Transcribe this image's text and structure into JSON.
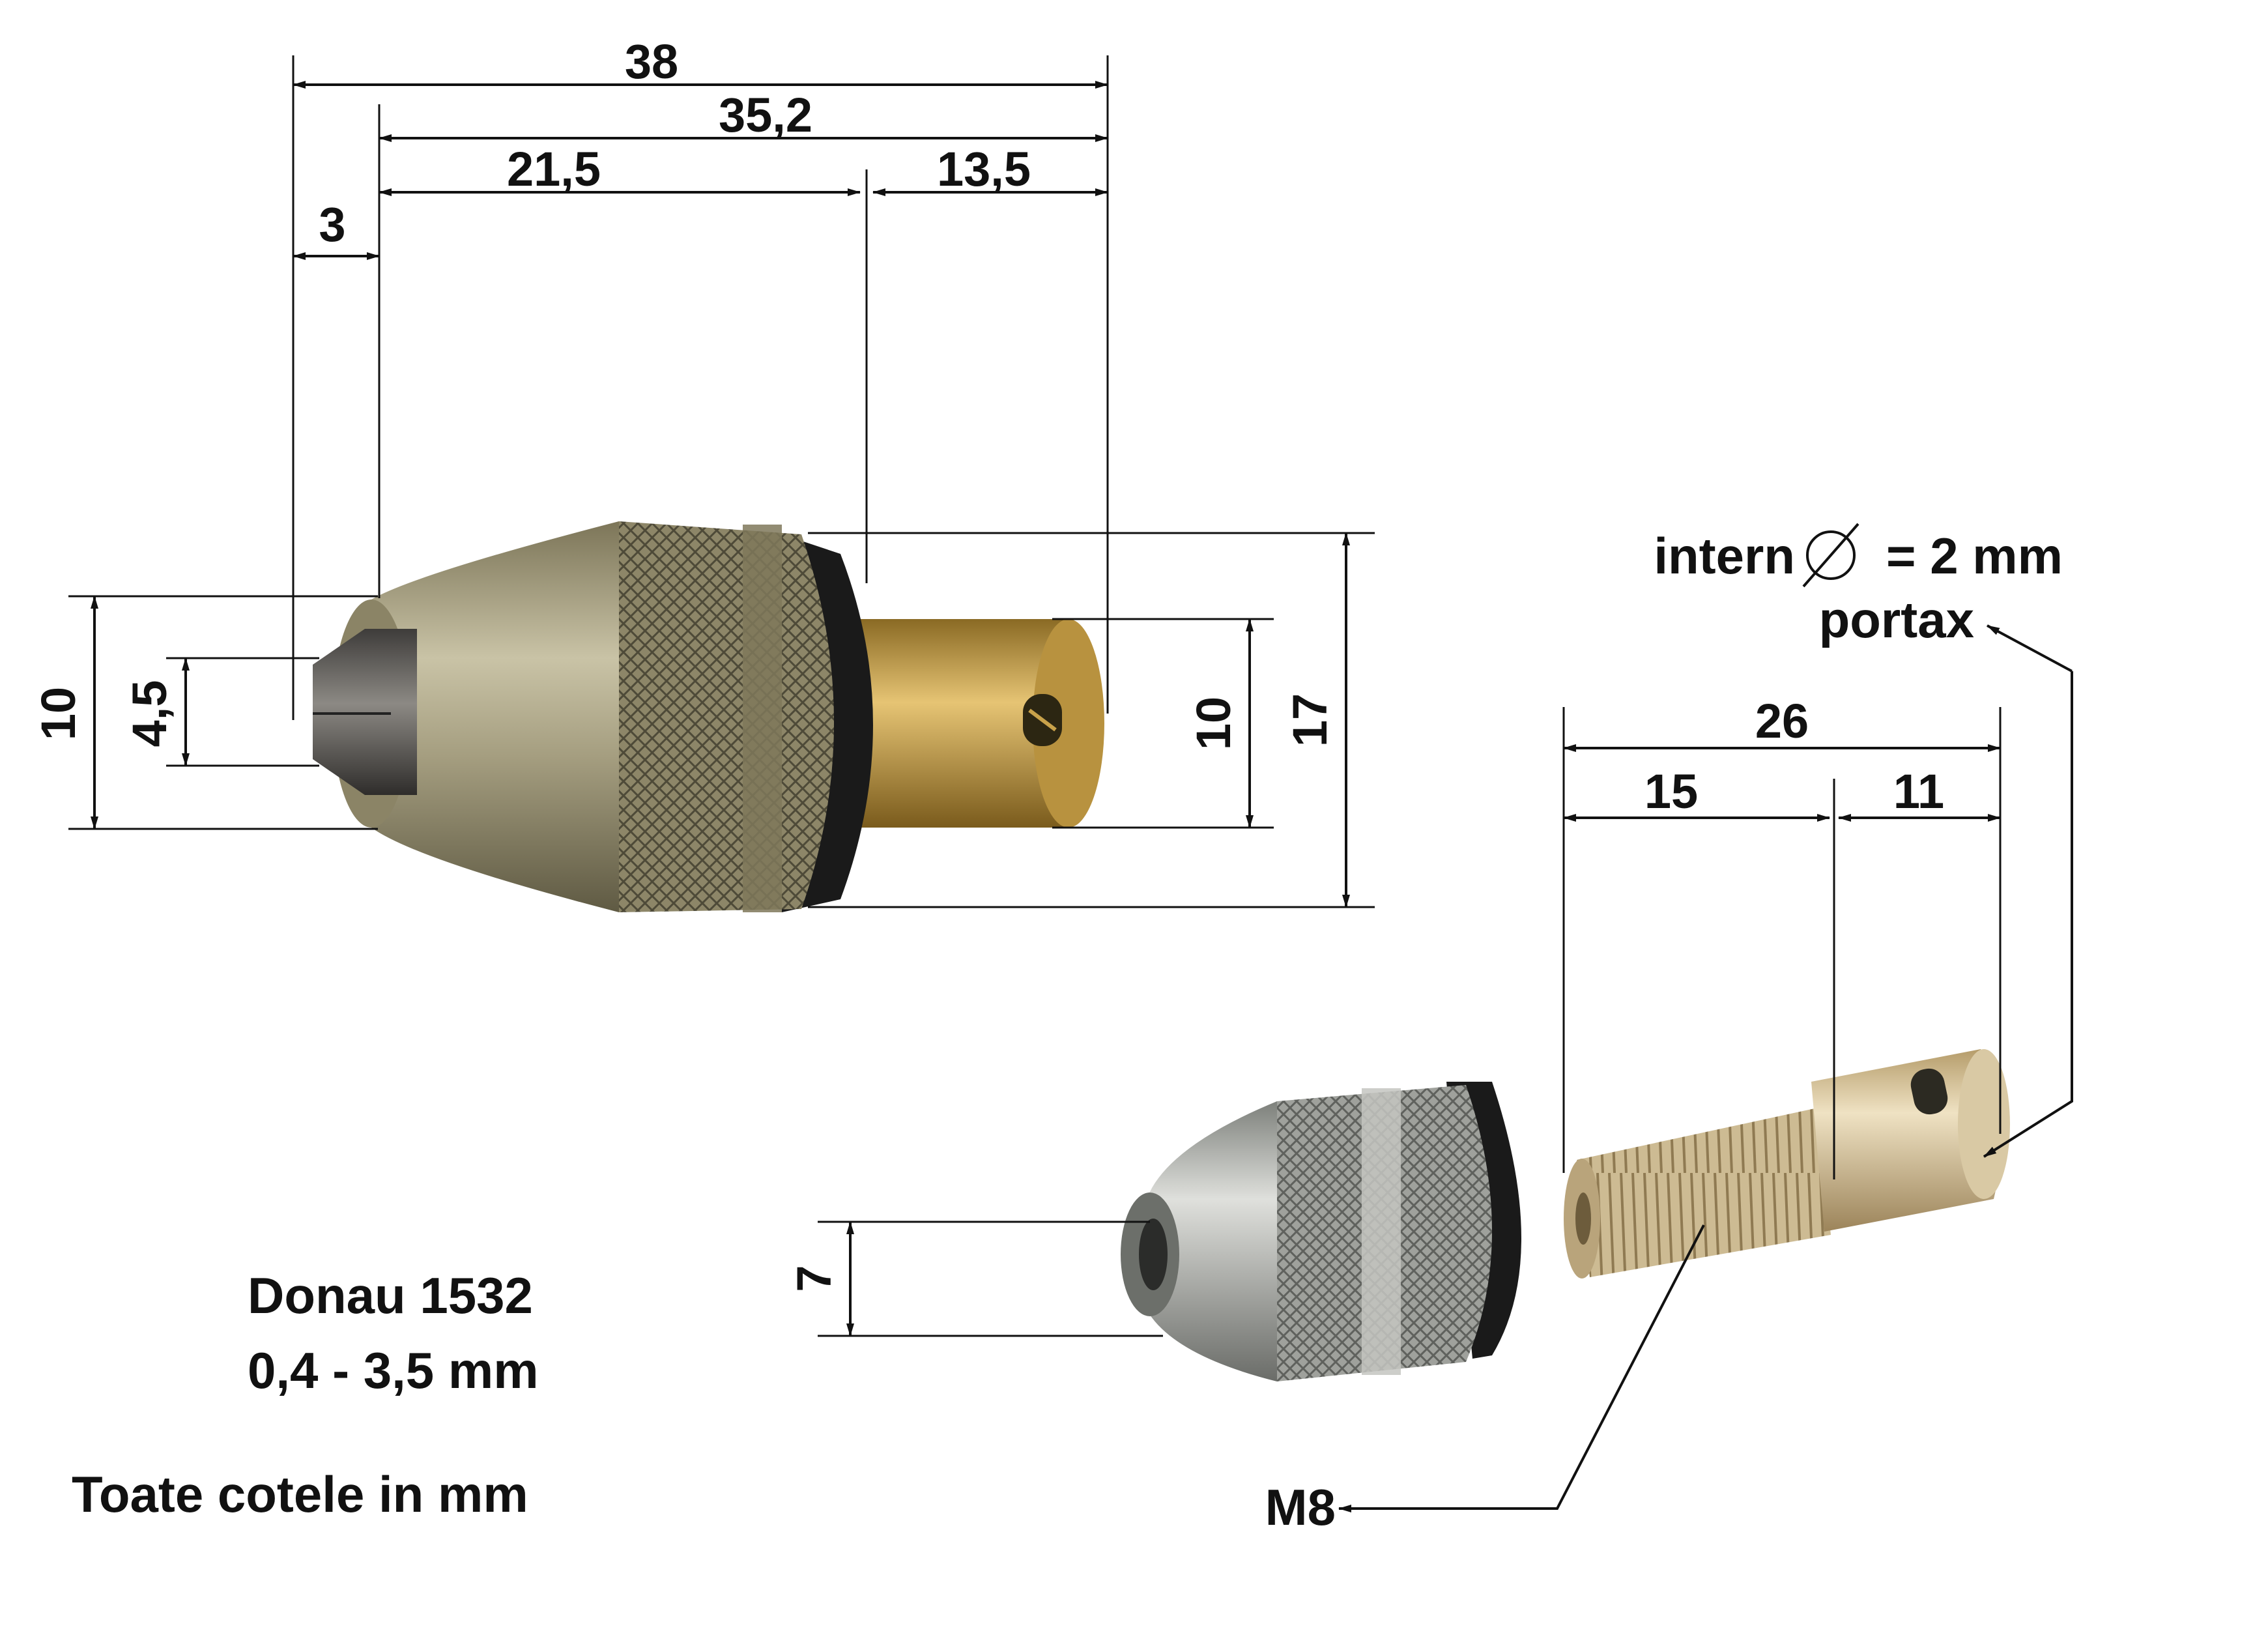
{
  "dimensions": {
    "total_length": "38",
    "body_length": "35,2",
    "chuck_length": "21,5",
    "shank_length": "13,5",
    "nose_length": "3",
    "nose_diameter": "10",
    "jaw_diameter": "4,5",
    "shank_diameter": "10",
    "chuck_diameter": "17",
    "adapter_length": "26",
    "thread_length": "15",
    "collar_length": "11",
    "nut_bore": "7"
  },
  "annotations": {
    "bore_label": "intern",
    "bore_value": "= 2 mm",
    "arbor_label": "portax",
    "thread_label": "M8"
  },
  "notes": {
    "model": "Donau 1532",
    "range": "0,4 - 3,5 mm",
    "units": "Toate cotele in mm"
  },
  "colors": {
    "line": "#111111",
    "chuck_metal": "#9c9474",
    "brass": "#c9a24a",
    "jaw": "#6b6864",
    "ring": "#1a1a1a",
    "nut_metal": "#a8aaa6",
    "adapter_brass": "#d4c09a"
  }
}
